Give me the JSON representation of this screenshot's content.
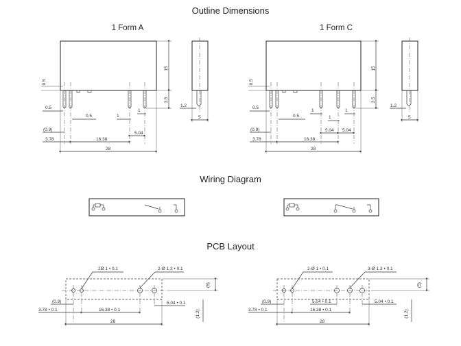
{
  "titles": {
    "outline": "Outline Dimensions",
    "wiring": "Wiring Diagram",
    "pcb": "PCB Layout"
  },
  "outline": {
    "form_a": {
      "label": "1 Form A",
      "dims": {
        "h15": "15",
        "h35": "3.5",
        "p05": "0.5",
        "a05": "0.5",
        "b05": "0.5",
        "one_a": "1",
        "one_b": "1",
        "d504": "5.04",
        "d09": "(0.9)",
        "d378": "3.78",
        "d1638": "16.38",
        "d28": "28"
      },
      "side": {
        "d12": "1.2",
        "d5": "5"
      }
    },
    "form_c": {
      "label": "1 Form C",
      "dims": {
        "h15": "15",
        "h35": "3.5",
        "p05": "0.5",
        "a05": "0.5",
        "b05": "0.5",
        "one_a": "1",
        "one_b": "1",
        "one_c": "1",
        "d504a": "5.04",
        "d504b": "5.04",
        "d09": "(0.9)",
        "d378": "3.78",
        "d1638": "16.38",
        "d28": "28"
      },
      "side": {
        "d12": "1.2",
        "d5": "5"
      }
    }
  },
  "pcb": {
    "form_a": {
      "hole1": "2Ø  1 • 0.1",
      "hole2": "2-Ø  1.3 • 0.1",
      "d09": "(0.9)",
      "d378": "3.78 • 0.1",
      "d1638": "16.38 • 0.1",
      "d504": "5.04 • 0.1",
      "d28": "28",
      "d5": "(5)",
      "d12": "(1.2)"
    },
    "form_c": {
      "hole1": "2-Ø  1 • 0.1",
      "hole2": "3-Ø  1.3 • 0.1",
      "d09": "(0.9)",
      "d378": "3.78 • 0.1",
      "d504a": "5.04 • 0.1",
      "d1638": "16.38 • 0.1",
      "d504b": "5.04 • 0.1",
      "d28": "28",
      "d5": "(5)",
      "d12": "(1.2)"
    }
  }
}
